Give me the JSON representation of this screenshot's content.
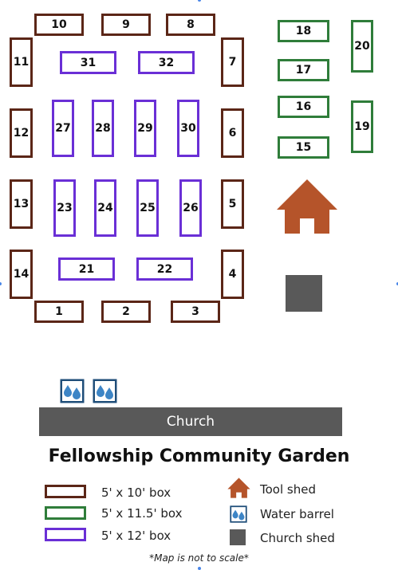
{
  "map": {
    "title": "Fellowship Community Garden",
    "church_label": "Church",
    "note": "*Map is not to scale*",
    "plots": [
      {
        "id": "1",
        "type": "brown"
      },
      {
        "id": "2",
        "type": "brown"
      },
      {
        "id": "3",
        "type": "brown"
      },
      {
        "id": "4",
        "type": "brown"
      },
      {
        "id": "5",
        "type": "brown"
      },
      {
        "id": "6",
        "type": "brown"
      },
      {
        "id": "7",
        "type": "brown"
      },
      {
        "id": "8",
        "type": "brown"
      },
      {
        "id": "9",
        "type": "brown"
      },
      {
        "id": "10",
        "type": "brown"
      },
      {
        "id": "11",
        "type": "brown"
      },
      {
        "id": "12",
        "type": "brown"
      },
      {
        "id": "13",
        "type": "brown"
      },
      {
        "id": "14",
        "type": "brown"
      },
      {
        "id": "15",
        "type": "green"
      },
      {
        "id": "16",
        "type": "green"
      },
      {
        "id": "17",
        "type": "green"
      },
      {
        "id": "18",
        "type": "green"
      },
      {
        "id": "19",
        "type": "green"
      },
      {
        "id": "20",
        "type": "green"
      },
      {
        "id": "21",
        "type": "purple"
      },
      {
        "id": "22",
        "type": "purple"
      },
      {
        "id": "23",
        "type": "purple"
      },
      {
        "id": "24",
        "type": "purple"
      },
      {
        "id": "25",
        "type": "purple"
      },
      {
        "id": "26",
        "type": "purple"
      },
      {
        "id": "27",
        "type": "purple"
      },
      {
        "id": "28",
        "type": "purple"
      },
      {
        "id": "29",
        "type": "purple"
      },
      {
        "id": "30",
        "type": "purple"
      },
      {
        "id": "31",
        "type": "purple"
      },
      {
        "id": "32",
        "type": "purple"
      }
    ],
    "legend": {
      "box_types": [
        {
          "label": "5' x 10' box",
          "type": "brown"
        },
        {
          "label": "5' x 11.5' box",
          "type": "green"
        },
        {
          "label": "5' x 12' box",
          "type": "purple"
        }
      ],
      "features": [
        {
          "label": "Tool shed",
          "icon": "house-icon"
        },
        {
          "label": "Water barrel",
          "icon": "water-drops-icon"
        },
        {
          "label": "Church shed",
          "icon": "gray-square-icon"
        }
      ]
    },
    "colors": {
      "brown": "#5b2617",
      "green": "#2f7d3a",
      "purple": "#6a2fd6",
      "tool_shed": "#b5542a",
      "church": "#595959",
      "water_barrel": "#1f4e79"
    }
  }
}
